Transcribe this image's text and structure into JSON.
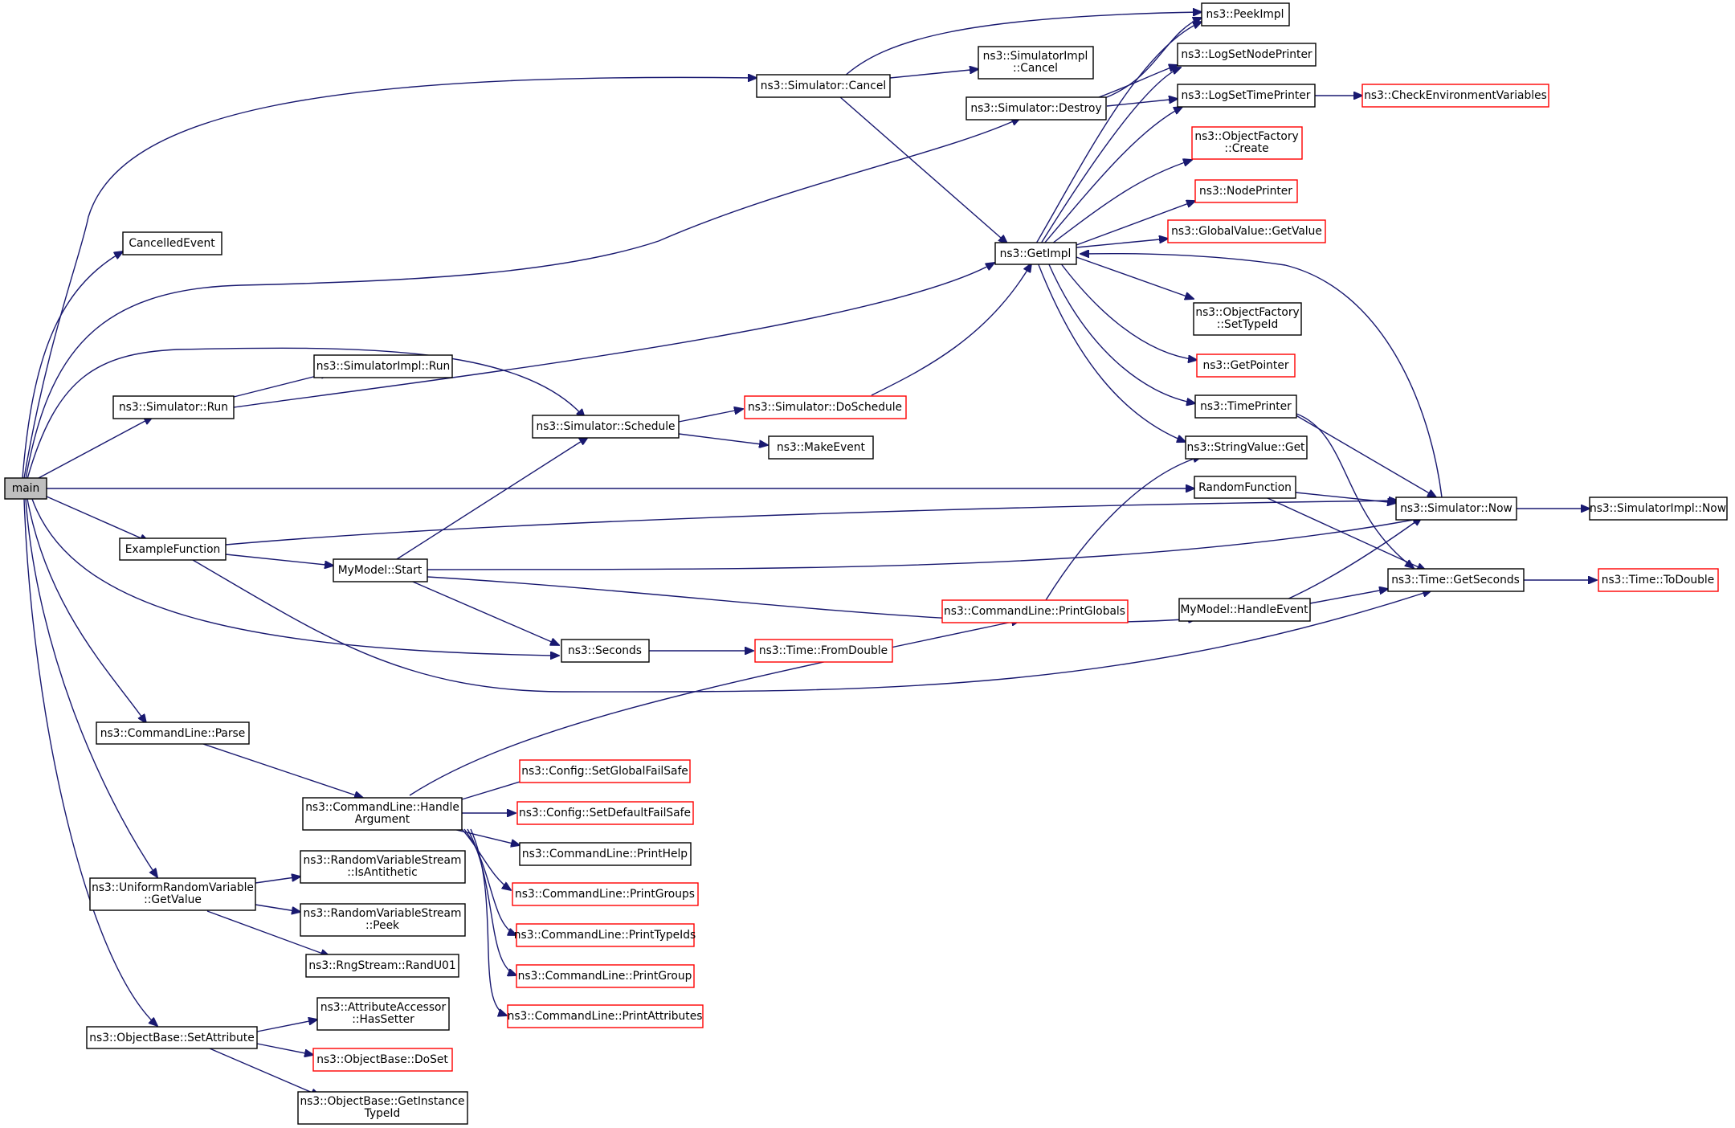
{
  "diagram": {
    "colors": {
      "edge": "#191970",
      "box_border": "#000000",
      "external_border": "#ff0000",
      "root_fill": "#bfbfbf"
    },
    "nodes": {
      "main": {
        "lines": [
          "main"
        ]
      },
      "cancelled_event": {
        "lines": [
          "CancelledEvent"
        ]
      },
      "sim_run": {
        "lines": [
          "ns3::Simulator::Run"
        ]
      },
      "example_function": {
        "lines": [
          "ExampleFunction"
        ]
      },
      "cmd_parse": {
        "lines": [
          "ns3::CommandLine::Parse"
        ]
      },
      "urv_getvalue": {
        "lines": [
          "ns3::UniformRandomVariable",
          "::GetValue"
        ]
      },
      "objbase_setattr": {
        "lines": [
          "ns3::ObjectBase::SetAttribute"
        ]
      },
      "simimpl_run": {
        "lines": [
          "ns3::SimulatorImpl::Run"
        ]
      },
      "mymodel_start": {
        "lines": [
          "MyModel::Start"
        ]
      },
      "cmd_handle_arg": {
        "lines": [
          "ns3::CommandLine::Handle",
          "Argument"
        ]
      },
      "rvs_isanti": {
        "lines": [
          "ns3::RandomVariableStream",
          "::IsAntithetic"
        ]
      },
      "rvs_peek": {
        "lines": [
          "ns3::RandomVariableStream",
          "::Peek"
        ]
      },
      "rng_randu01": {
        "lines": [
          "ns3::RngStream::RandU01"
        ]
      },
      "aa_hassetter": {
        "lines": [
          "ns3::AttributeAccessor",
          "::HasSetter"
        ]
      },
      "objbase_doset": {
        "lines": [
          "ns3::ObjectBase::DoSet"
        ]
      },
      "objbase_getinst": {
        "lines": [
          "ns3::ObjectBase::GetInstance",
          "TypeId"
        ]
      },
      "sim_schedule": {
        "lines": [
          "ns3::Simulator::Schedule"
        ]
      },
      "seconds": {
        "lines": [
          "ns3::Seconds"
        ]
      },
      "cfg_globalfs": {
        "lines": [
          "ns3::Config::SetGlobalFailSafe"
        ]
      },
      "cfg_defaultfs": {
        "lines": [
          "ns3::Config::SetDefaultFailSafe"
        ]
      },
      "cmd_printhelp": {
        "lines": [
          "ns3::CommandLine::PrintHelp"
        ]
      },
      "cmd_printgroups": {
        "lines": [
          "ns3::CommandLine::PrintGroups"
        ]
      },
      "cmd_printtypeids": {
        "lines": [
          "ns3::CommandLine::PrintTypeIds"
        ]
      },
      "cmd_printgroup": {
        "lines": [
          "ns3::CommandLine::PrintGroup"
        ]
      },
      "cmd_printattrs": {
        "lines": [
          "ns3::CommandLine::PrintAttributes"
        ]
      },
      "sim_cancel": {
        "lines": [
          "ns3::Simulator::Cancel"
        ]
      },
      "sim_doschedule": {
        "lines": [
          "ns3::Simulator::DoSchedule"
        ]
      },
      "makeevent": {
        "lines": [
          "ns3::MakeEvent"
        ]
      },
      "time_fromdouble": {
        "lines": [
          "ns3::Time::FromDouble"
        ]
      },
      "cmd_printglobals": {
        "lines": [
          "ns3::CommandLine::PrintGlobals"
        ]
      },
      "simimpl_cancel": {
        "lines": [
          "ns3::SimulatorImpl",
          "::Cancel"
        ]
      },
      "sim_destroy": {
        "lines": [
          "ns3::Simulator::Destroy"
        ]
      },
      "getimpl": {
        "lines": [
          "ns3::GetImpl"
        ]
      },
      "peekimpl": {
        "lines": [
          "ns3::PeekImpl"
        ]
      },
      "lognodeprinter": {
        "lines": [
          "ns3::LogSetNodePrinter"
        ]
      },
      "logtimeprinter": {
        "lines": [
          "ns3::LogSetTimePrinter"
        ]
      },
      "of_create": {
        "lines": [
          "ns3::ObjectFactory",
          "::Create"
        ]
      },
      "nodeprinter": {
        "lines": [
          "ns3::NodePrinter"
        ]
      },
      "gv_getvalue": {
        "lines": [
          "ns3::GlobalValue::GetValue"
        ]
      },
      "of_settypeid": {
        "lines": [
          "ns3::ObjectFactory",
          "::SetTypeId"
        ]
      },
      "getpointer": {
        "lines": [
          "ns3::GetPointer"
        ]
      },
      "timeprinter": {
        "lines": [
          "ns3::TimePrinter"
        ]
      },
      "stringvalue_get": {
        "lines": [
          "ns3::StringValue::Get"
        ]
      },
      "random_function": {
        "lines": [
          "RandomFunction"
        ]
      },
      "mymodel_handle": {
        "lines": [
          "MyModel::HandleEvent"
        ]
      },
      "check_env": {
        "lines": [
          "ns3::CheckEnvironmentVariables"
        ]
      },
      "sim_now": {
        "lines": [
          "ns3::Simulator::Now"
        ]
      },
      "time_getseconds": {
        "lines": [
          "ns3::Time::GetSeconds"
        ]
      },
      "simimpl_now": {
        "lines": [
          "ns3::SimulatorImpl::Now"
        ]
      },
      "time_todouble": {
        "lines": [
          "ns3::Time::ToDouble"
        ]
      }
    }
  }
}
